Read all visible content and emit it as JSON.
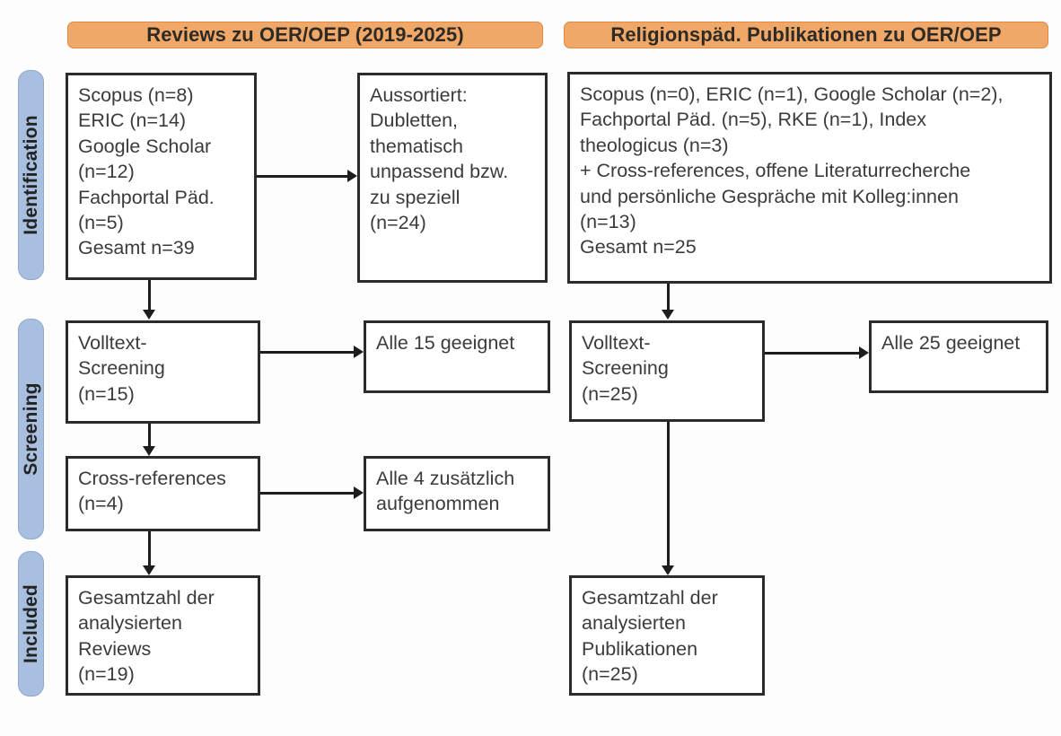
{
  "columns": {
    "left": {
      "header": "Reviews zu OER/OEP (2019-2025)"
    },
    "right": {
      "header": "Religionspäd. Publikationen zu OER/OEP"
    }
  },
  "stages": [
    {
      "id": "identification",
      "label": "Identification"
    },
    {
      "id": "screening",
      "label": "Screening"
    },
    {
      "id": "included",
      "label": "Included"
    }
  ],
  "boxes": {
    "left_sources": "Scopus (n=8)\nERIC (n=14)\nGoogle Scholar\n(n=12)\nFachportal Päd.\n(n=5)\nGesamt n=39",
    "left_excluded": "Aussortiert:\nDubletten,\nthematisch\nunpassend bzw.\nzu speziell\n(n=24)",
    "left_fulltext": "Volltext-\nScreening\n(n=15)",
    "left_fulltext_result": "Alle 15 geeignet",
    "left_crossrefs": "Cross-references\n(n=4)",
    "left_crossrefs_result": "Alle 4 zusätzlich\naufgenommen",
    "left_included": "Gesamtzahl der\nanalysierten\nReviews\n(n=19)",
    "right_sources": "Scopus (n=0), ERIC (n=1), Google Scholar (n=2),\nFachportal Päd. (n=5), RKE (n=1), Index\ntheologicus (n=3)\n+ Cross-references, offene Literaturrecherche\nund persönliche Gespräche mit Kolleg:innen\n(n=13)\nGesamt n=25",
    "right_fulltext": "Volltext-\nScreening\n(n=25)",
    "right_fulltext_result": "Alle 25 geeignet",
    "right_included": "Gesamtzahl der\nanalysierten\nPublikationen\n(n=25)"
  },
  "colors": {
    "header_bg": "#f0a868",
    "stage_bg": "#a8bfdf",
    "box_border": "#2b2b2b",
    "connector": "#1d1d1d"
  }
}
